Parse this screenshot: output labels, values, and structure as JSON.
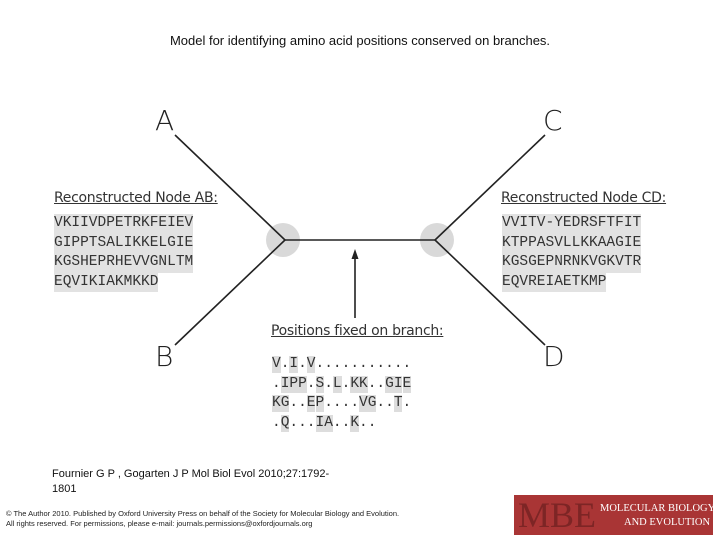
{
  "title": "Model for identifying amino acid positions conserved on branches.",
  "figure": {
    "labels": {
      "a": "A",
      "b": "B",
      "c": "C",
      "d": "D"
    },
    "node_ab": {
      "header": "Reconstructed Node AB:",
      "lines": [
        "VKIIVDPETRKFEIEV",
        "GIPPTSALIKKELGIE",
        "KGSHEPRHEVVGNLTM",
        "EQVIKIAKMKKD"
      ]
    },
    "node_cd": {
      "header": "Reconstructed Node CD:",
      "lines": [
        "VVITV-YEDRSFTFIT",
        "KTPPASVLLKKAAGIE",
        "KGSGEPNRNKVGKVTR",
        "EQVREIAETKMP"
      ]
    },
    "fixed": {
      "header": "Positions fixed on branch:",
      "lines": [
        "V.I.V...........",
        ".IPP.S.L.KK..GIE",
        "KG..EP....VG..T.",
        ".Q...IA..K.."
      ]
    },
    "colors": {
      "line": "#222222",
      "node_circle": "#d9d9d9",
      "highlight": "#dddddd"
    }
  },
  "citation": "Fournier G P , Gogarten J P Mol Biol Evol 2010;27:1792-1801",
  "copyright": "© The Author 2010. Published by Oxford University Press on behalf of the Society for Molecular Biology and Evolution. All rights reserved. For permissions, please e-mail: journals.permissions@oxfordjournals.org",
  "logo": {
    "letters": "MBE",
    "line1": "MOLECULAR BIOLOGY",
    "line2": "AND EVOLUTION",
    "color": "#a93535"
  }
}
